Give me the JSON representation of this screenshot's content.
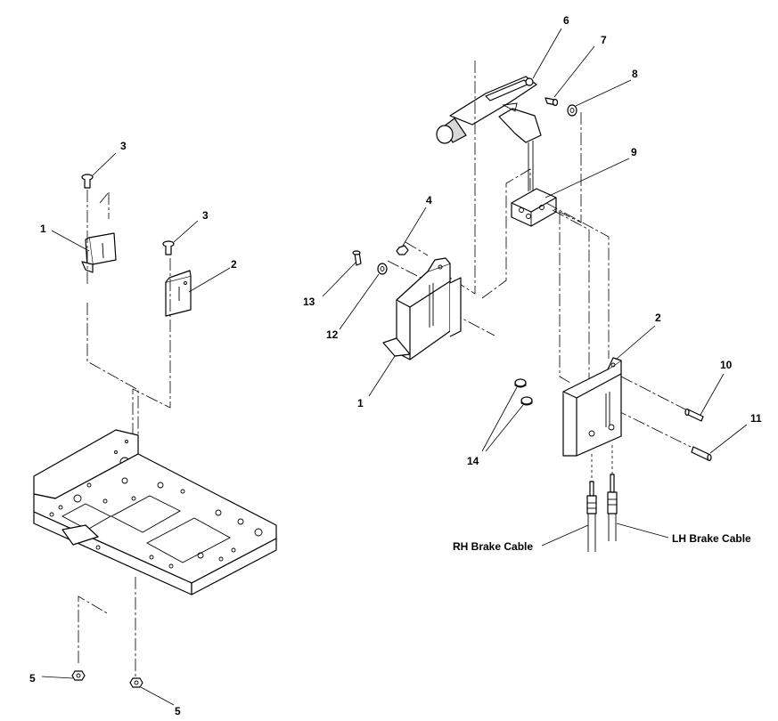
{
  "callouts": {
    "left_3a": "3",
    "left_1": "1",
    "left_3b": "3",
    "left_2": "2",
    "left_5a": "5",
    "left_5b": "5",
    "right_6": "6",
    "right_7": "7",
    "right_8": "8",
    "right_9": "9",
    "right_4": "4",
    "right_13": "13",
    "right_12": "12",
    "right_1": "1",
    "right_2": "2",
    "right_10": "10",
    "right_11": "11",
    "right_14": "14"
  },
  "cables": {
    "rh": "RH Brake Cable",
    "lh": "LH Brake Cable"
  }
}
